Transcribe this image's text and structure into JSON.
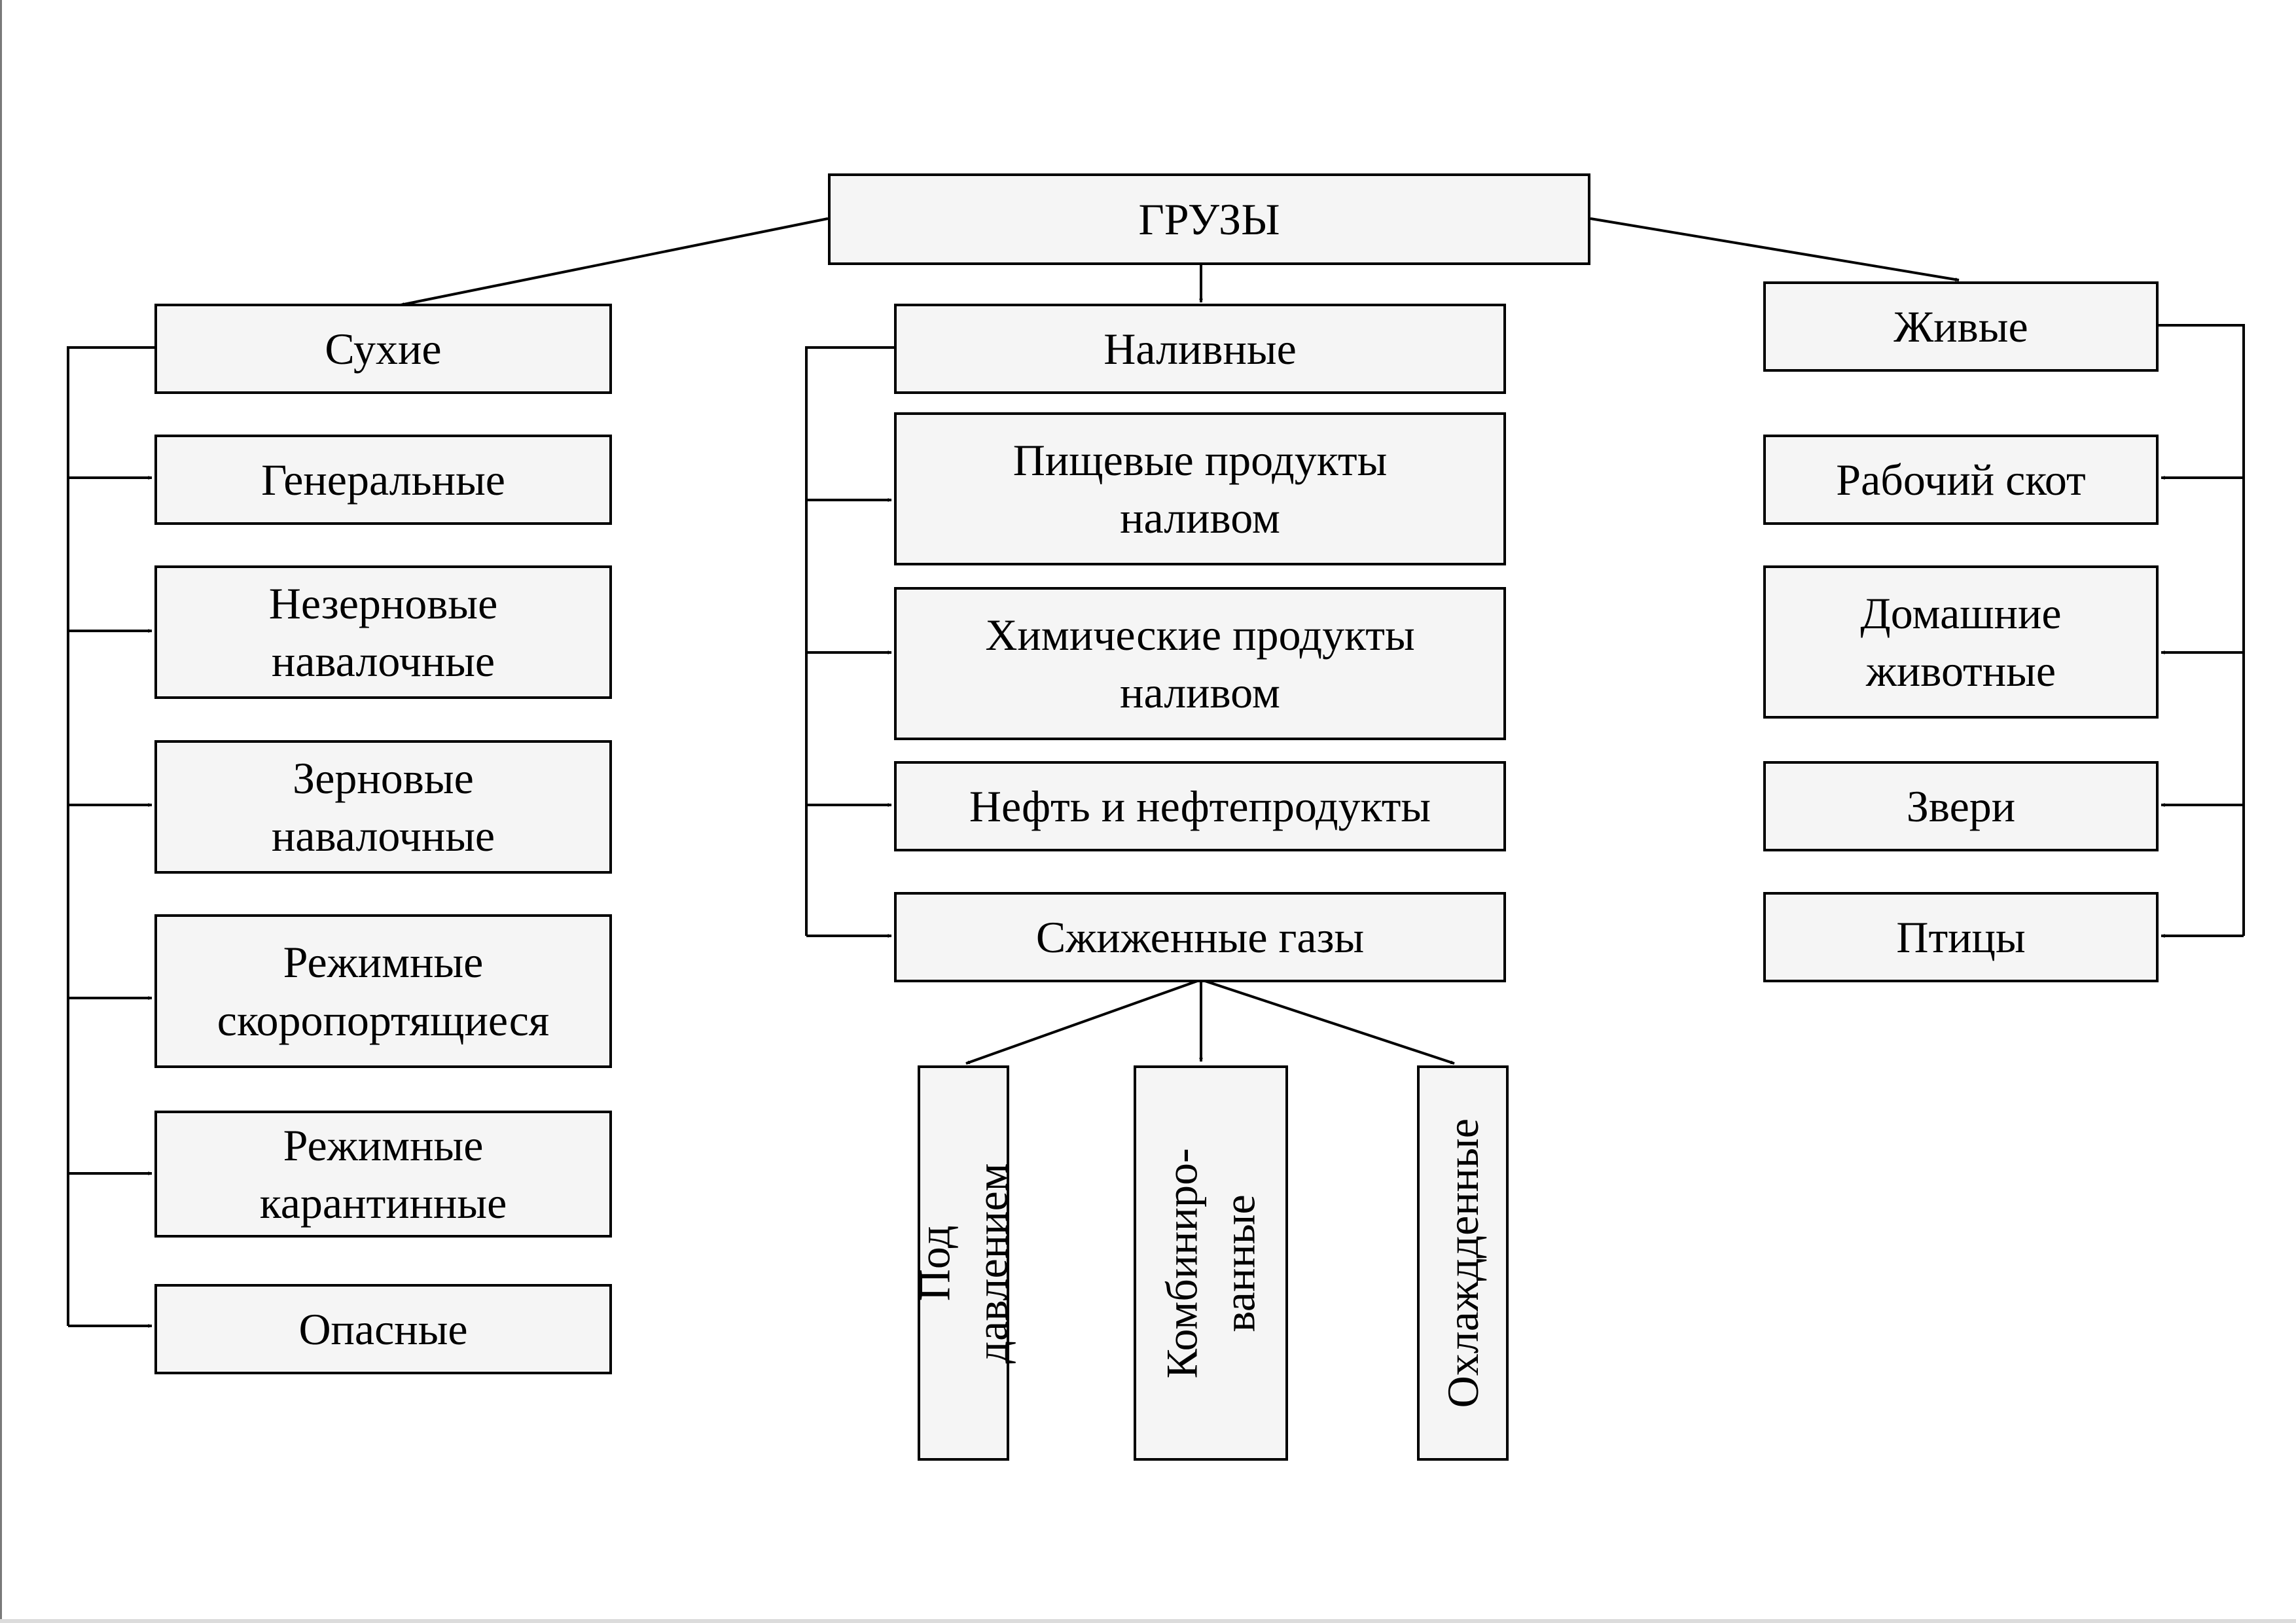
{
  "root": {
    "label": "ГРУЗЫ"
  },
  "categories": {
    "dry": {
      "label": "Сухие",
      "items": [
        "Генеральные",
        "Незерновые\nнавалочные",
        "Зерновые\nнавалочные",
        "Режимные\nскоропортящиеся",
        "Режимные\nкарантинные",
        "Опасные"
      ]
    },
    "liquid": {
      "label": "Наливные",
      "items": [
        "Пищевые продукты\nналивом",
        "Химические продукты\nналивом",
        "Нефть и нефтепродукты",
        "Сжиженные газы"
      ]
    },
    "live": {
      "label": "Живые",
      "items": [
        "Рабочий скот",
        "Домашние\nживотные",
        "Звери",
        "Птицы"
      ]
    }
  },
  "gases": {
    "items": [
      "Под давлением",
      "Комбиниро-\nванные",
      "Охлаждденные"
    ]
  },
  "colors": {
    "box_fill": "#f5f5f5",
    "stroke": "#000000"
  }
}
